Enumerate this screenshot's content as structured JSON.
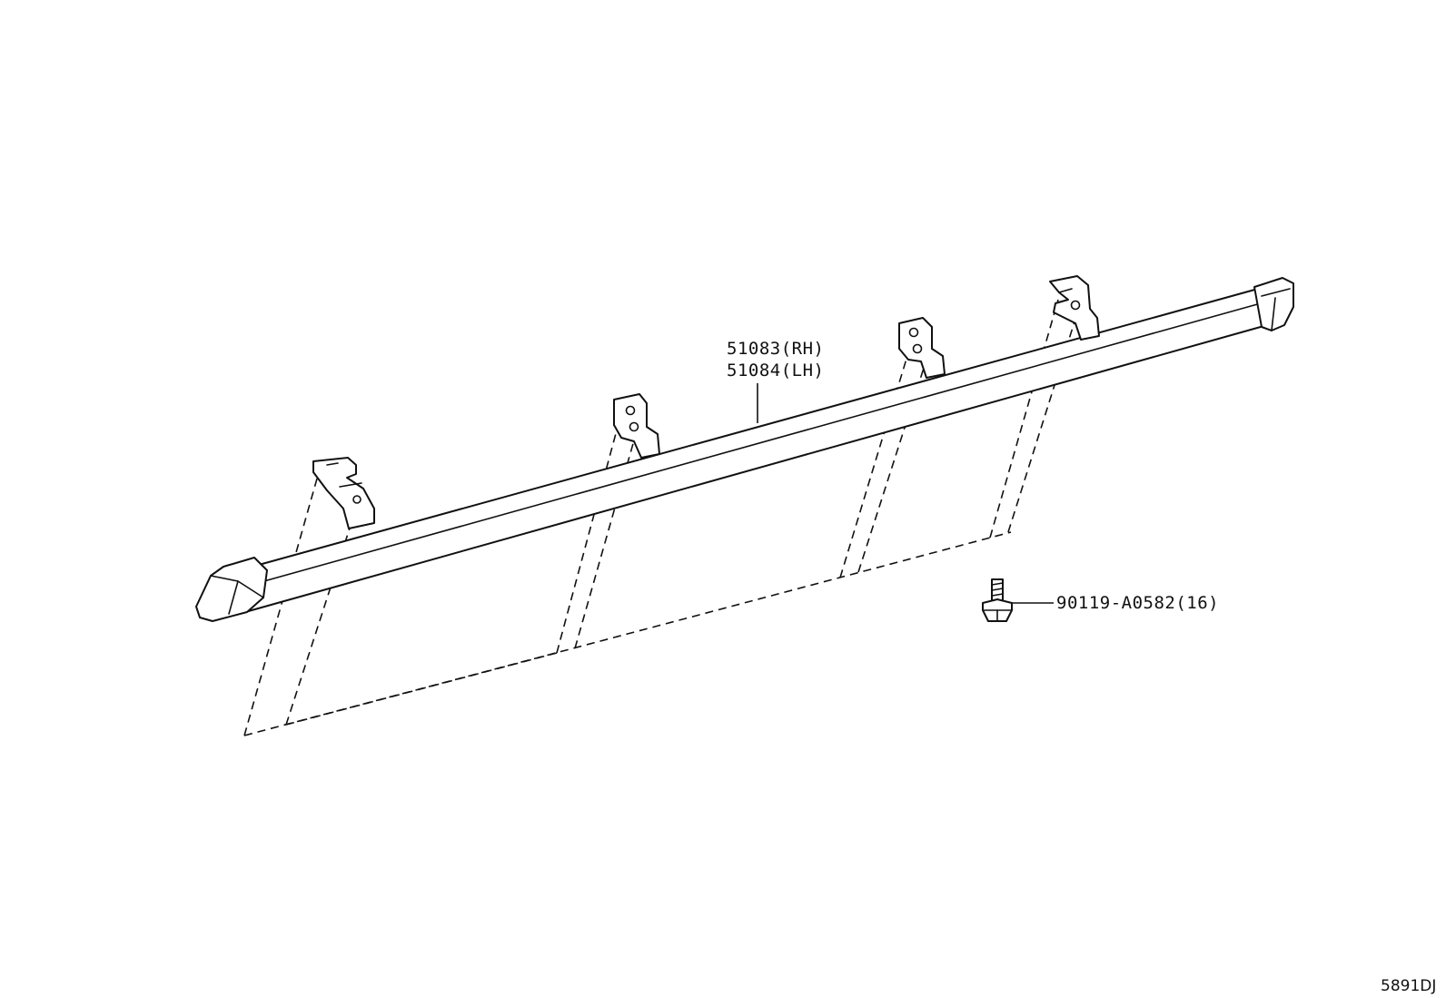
{
  "diagram": {
    "callouts": [
      {
        "id": "rail-rh",
        "text": "51083(RH)"
      },
      {
        "id": "rail-lh",
        "text": "51084(LH)"
      },
      {
        "id": "bolt",
        "text": "90119-A0582(16)"
      }
    ],
    "figure_code": "5891DJ"
  }
}
